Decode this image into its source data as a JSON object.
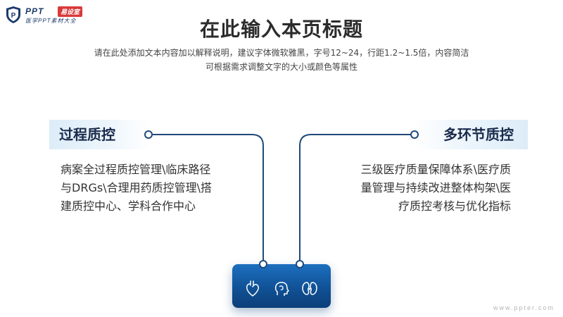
{
  "logo": {
    "title": "PPT",
    "badge": "易设室",
    "subtitle": "医学PPT素材大全"
  },
  "header": {
    "title": "在此输入本页标题",
    "subtitle_line1": "请在此处添加文本内容加以解释说明，建议字体微软雅黑，字号12~24，行距1.2~1.5倍，内容简洁",
    "subtitle_line2": "可根据需求调整文字的大小或颜色等属性"
  },
  "left_section": {
    "label": "过程质控",
    "lines": [
      "病案全过程质控管理\\临床路径",
      "与DRGs\\合理用药质控管理\\搭",
      "建质控中心、学科合作中心"
    ]
  },
  "right_section": {
    "label": "多环节质控",
    "lines": [
      "三级医疗质量保障体系\\医疗质",
      "量管理与持续改进整体构架\\医",
      "疗质控考核与优化指标"
    ]
  },
  "icons": [
    "heart-icon",
    "head-icon",
    "kidney-icon"
  ],
  "watermark": "www.ppter.com",
  "colors": {
    "accent_dark": "#1a3a6b",
    "connector": "#1f4a7a",
    "box_top": "#1d6fc0",
    "box_bottom": "#0c3f78",
    "label_bg": "#dcecf8"
  }
}
